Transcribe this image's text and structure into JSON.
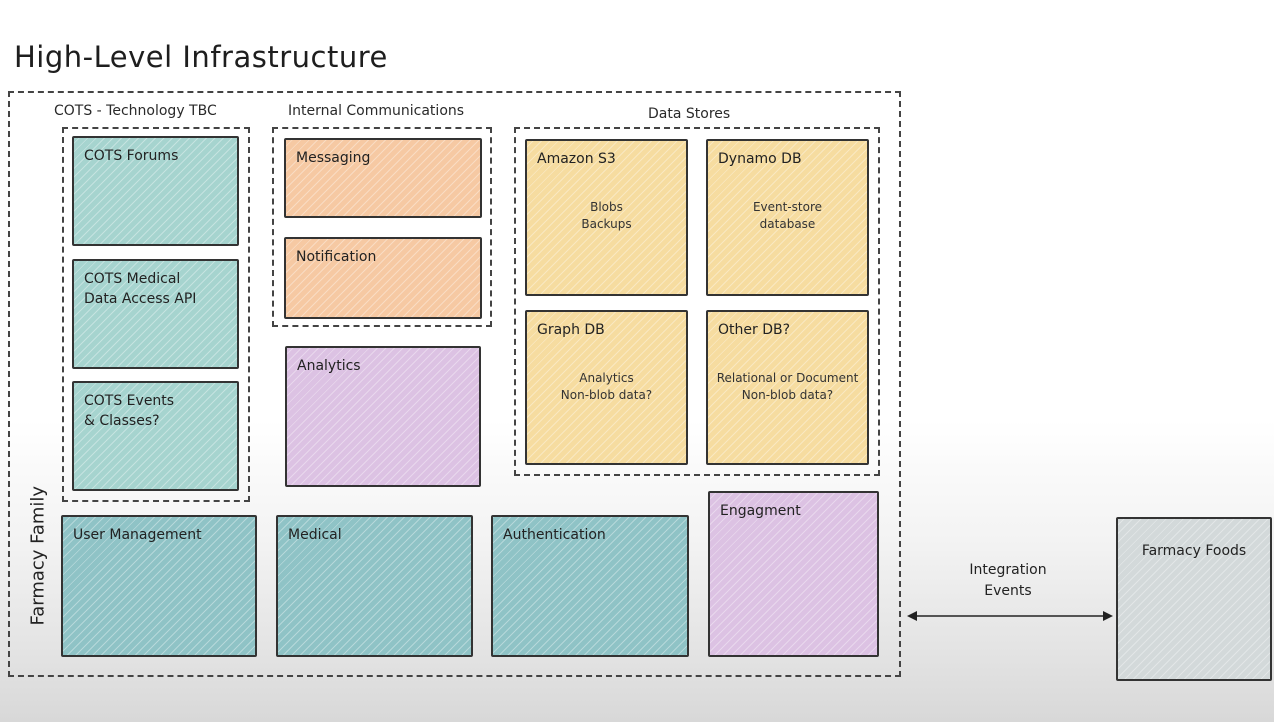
{
  "title": "High-Level Infrastructure",
  "family_label": "Farmacy Family",
  "groups": {
    "cots": "COTS - Technology TBC",
    "comms": "Internal Communications",
    "stores": "Data Stores"
  },
  "boxes": {
    "cots_forums": "COTS Forums",
    "cots_medical": "COTS Medical\nData Access API",
    "cots_events": "COTS Events\n& Classes?",
    "messaging": "Messaging",
    "notification": "Notification",
    "analytics": "Analytics",
    "amazon_s3": {
      "title": "Amazon S3",
      "desc": "Blobs\nBackups"
    },
    "dynamo_db": {
      "title": "Dynamo DB",
      "desc": "Event-store\ndatabase"
    },
    "graph_db": {
      "title": "Graph DB",
      "desc": "Analytics\nNon-blob data?"
    },
    "other_db": {
      "title": "Other DB?",
      "desc": "Relational or Document\nNon-blob data?"
    },
    "user_management": "User Management",
    "medical": "Medical",
    "authentication": "Authentication",
    "engagement": "Engagment",
    "farmacy_foods": "Farmacy Foods"
  },
  "integration_label": "Integration\nEvents",
  "colors": {
    "teal": "#a6d4cf",
    "teal_dark": "#8fc3c6",
    "orange": "#f6c9a3",
    "purple": "#dcc2e3",
    "yellow": "#f6dca0",
    "grey": "#d3d9da"
  }
}
